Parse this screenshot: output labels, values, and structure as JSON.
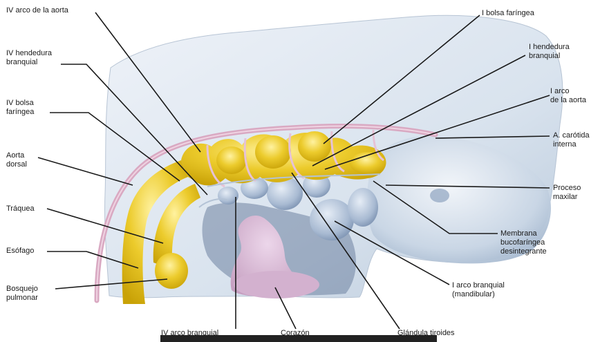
{
  "labels": {
    "iv_arco_aorta": "IV arco de la aorta",
    "iv_hendedura_1": "IV hendedura",
    "iv_hendedura_2": "branquial",
    "iv_bolsa_1": "IV bolsa",
    "iv_bolsa_2": "faríngea",
    "aorta_dorsal_1": "Aorta",
    "aorta_dorsal_2": "dorsal",
    "traquea": "Tráquea",
    "esofago": "Esófago",
    "bosquejo_1": "Bosquejo",
    "bosquejo_2": "pulmonar",
    "iv_arco_branquial": "IV arco branquial",
    "corazon": "Corazón",
    "glandula_tiroides": "Glándula tiroides",
    "i_bolsa_faringea": "I bolsa faríngea",
    "i_hendedura_1": "I hendedura",
    "i_hendedura_2": "branquial",
    "i_arco_aorta_1": "I arco",
    "i_arco_aorta_2": "de la aorta",
    "carotida_1": "A. carótida",
    "carotida_2": "interna",
    "proceso_1": "Proceso",
    "proceso_2": "maxilar",
    "membrana_1": "Membrana",
    "membrana_2": "bucofaríngea",
    "membrana_3": "desintegrante",
    "i_arco_branquial_1": "I arco branquial",
    "i_arco_branquial_2": "(mandibular)"
  },
  "colors": {
    "embryo_body": "#dde6f0",
    "pouch_yellow": "#e9c31a",
    "aorta_pink": "#d9a9c2",
    "heart_pink": "#d7b6d2",
    "shadow_blue": "#5e7390",
    "arch_blue": "#a9bbd3",
    "leader_line": "#1a1a1a"
  }
}
